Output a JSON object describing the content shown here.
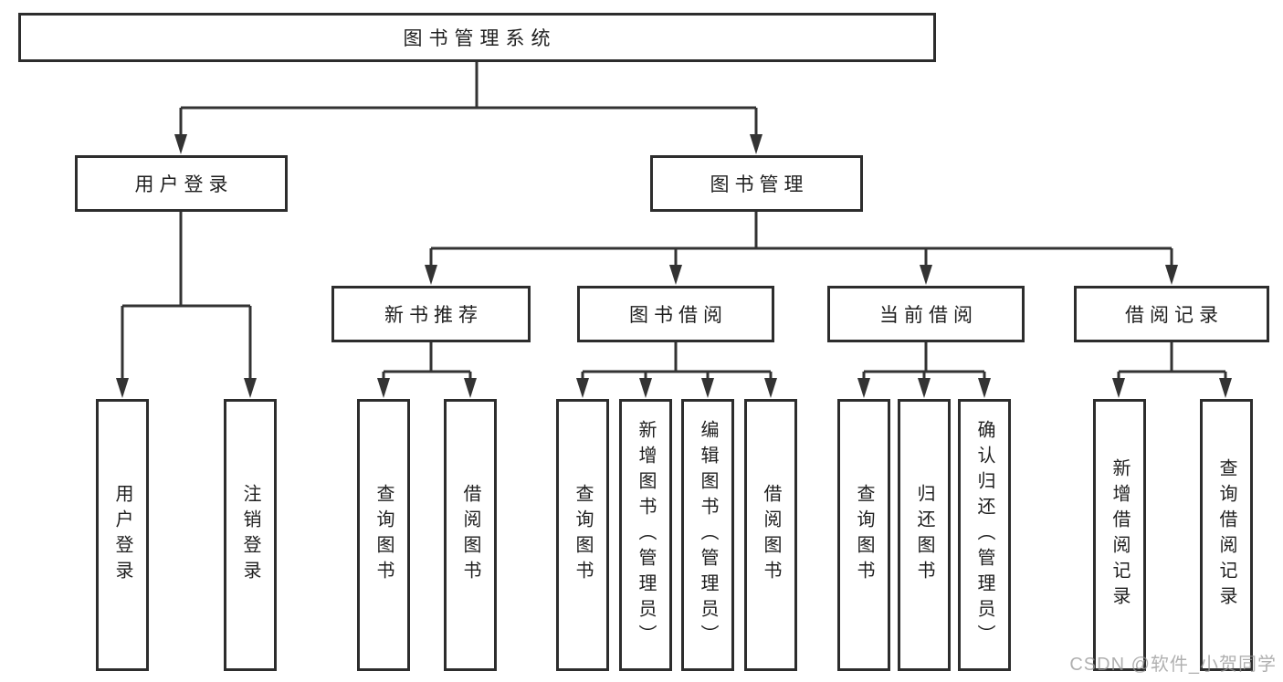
{
  "diagram": {
    "root": "图书管理系统",
    "level2": [
      "用户登录",
      "图书管理"
    ],
    "level3": [
      "新书推荐",
      "图书借阅",
      "当前借阅",
      "借阅记录"
    ],
    "leaves": {
      "user_login": [
        "用户登录",
        "注销登录"
      ],
      "new_books": [
        "查询图书",
        "借阅图书"
      ],
      "book_borrow": [
        "查询图书",
        "新增图书（管理员）",
        "编辑图书（管理员）",
        "借阅图书"
      ],
      "current_borrow": [
        "查询图书",
        "归还图书",
        "确认归还（管理员）"
      ],
      "borrow_records": [
        "新增借阅记录",
        "查询借阅记录"
      ]
    }
  },
  "watermark": "CSDN @软件_小贺同学",
  "colors": {
    "line": "#333333",
    "box_border": "#2d2d2d",
    "text": "#1f1f1f",
    "background": "#ffffff",
    "watermark": "#969696"
  }
}
